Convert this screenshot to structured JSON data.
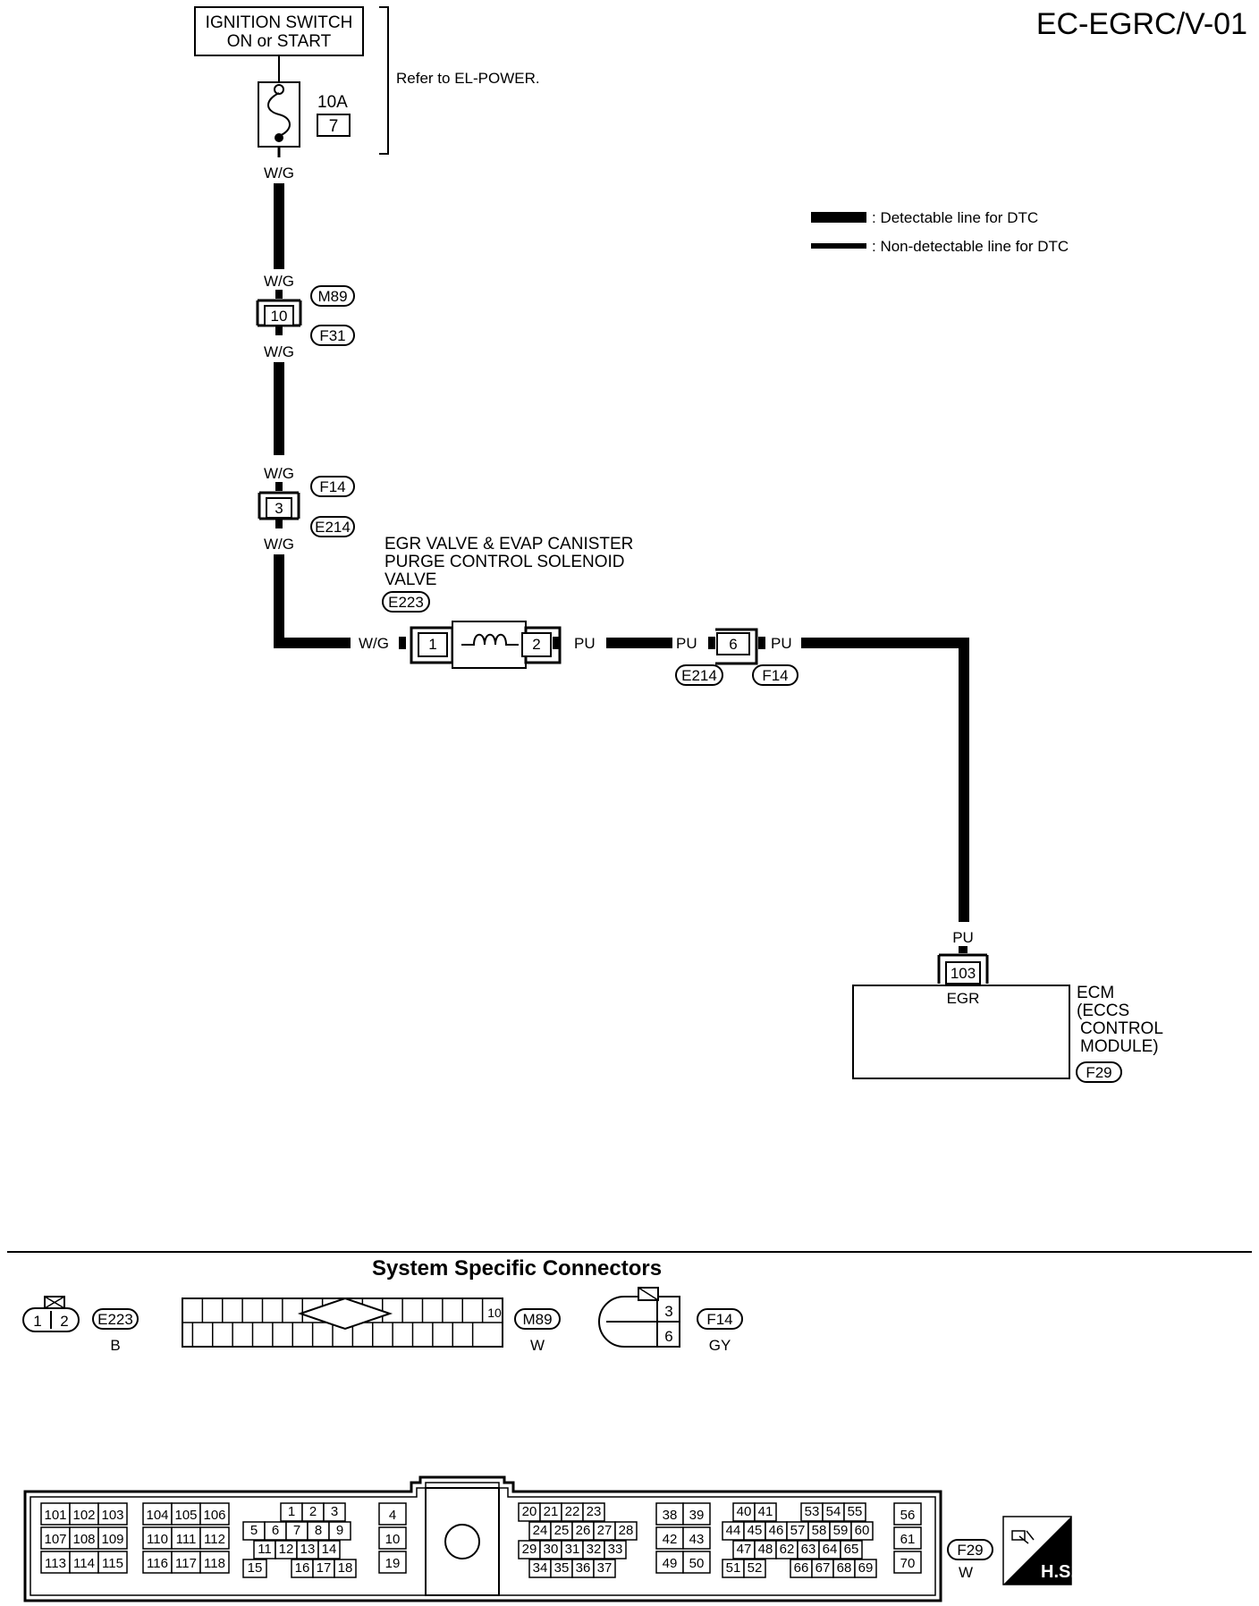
{
  "page_code": "EC-EGRC/V-01",
  "ignition": {
    "line1": "IGNITION SWITCH",
    "line2": "ON or START"
  },
  "fuse": {
    "rating": "10A",
    "number": "7"
  },
  "refer_note": "Refer to EL-POWER.",
  "legend": {
    "detectable": ": Detectable line for DTC",
    "non_detectable": ": Non-detectable line for DTC"
  },
  "wires": {
    "wg": "W/G",
    "pu": "PU"
  },
  "connectors": {
    "m89": "M89",
    "f31": "F31",
    "f14": "F14",
    "e214": "E214",
    "e223": "E223",
    "f29": "F29",
    "pin10": "10",
    "pin3": "3",
    "pin6": "6",
    "pin1": "1",
    "pin2": "2",
    "pin103": "103"
  },
  "solenoid": {
    "line1": "EGR VALVE & EVAP CANISTER",
    "line2": "PURGE CONTROL SOLENOID",
    "line3": "VALVE"
  },
  "ecm": {
    "terminal": "EGR",
    "line1": "ECM",
    "line2": "(ECCS",
    "line3": "CONTROL",
    "line4": "MODULE)"
  },
  "section_title": "System Specific Connectors",
  "sys_connectors": {
    "e223": {
      "id": "E223",
      "color": "B",
      "pins": [
        "1",
        "2"
      ]
    },
    "m89": {
      "id": "M89",
      "color": "W",
      "pin": "10"
    },
    "f14": {
      "id": "F14",
      "color": "GY",
      "pins": [
        "3",
        "6"
      ]
    },
    "f29": {
      "id": "F29",
      "color": "W"
    }
  },
  "ecm_pins": {
    "g1": [
      [
        "101",
        "102",
        "103"
      ],
      [
        "107",
        "108",
        "109"
      ],
      [
        "113",
        "114",
        "115"
      ]
    ],
    "g2": [
      [
        "104",
        "105",
        "106"
      ],
      [
        "110",
        "111",
        "112"
      ],
      [
        "116",
        "117",
        "118"
      ]
    ],
    "g3": {
      "r1": [
        "1",
        "2",
        "3"
      ],
      "r2": [
        "5",
        "6",
        "7",
        "8",
        "9"
      ],
      "r3": [
        "11",
        "12",
        "13",
        "14"
      ],
      "r4": [
        "15",
        "16",
        "17",
        "18"
      ]
    },
    "g4": [
      "4",
      "10",
      "19"
    ],
    "g5": {
      "r1": [
        "20",
        "21",
        "22",
        "23"
      ],
      "r2": [
        "24",
        "25",
        "26",
        "27",
        "28"
      ],
      "r3": [
        "29",
        "30",
        "31",
        "32",
        "33"
      ],
      "r4": [
        "34",
        "35",
        "36",
        "37"
      ]
    },
    "g6": [
      [
        "38",
        "39"
      ],
      [
        "42",
        "43"
      ],
      [
        "49",
        "50"
      ]
    ],
    "g7": {
      "r1a": [
        "40",
        "41"
      ],
      "r1b": [
        "53",
        "54",
        "55"
      ],
      "r2": [
        "44",
        "45",
        "46",
        "57",
        "58",
        "59",
        "60"
      ],
      "r3": [
        "47",
        "48",
        "62",
        "63",
        "64",
        "65"
      ],
      "r4a": [
        "51",
        "52"
      ],
      "r4b": [
        "66",
        "67",
        "68",
        "69"
      ]
    },
    "g8": [
      "56",
      "61",
      "70"
    ]
  },
  "hs_badge": "H.S."
}
